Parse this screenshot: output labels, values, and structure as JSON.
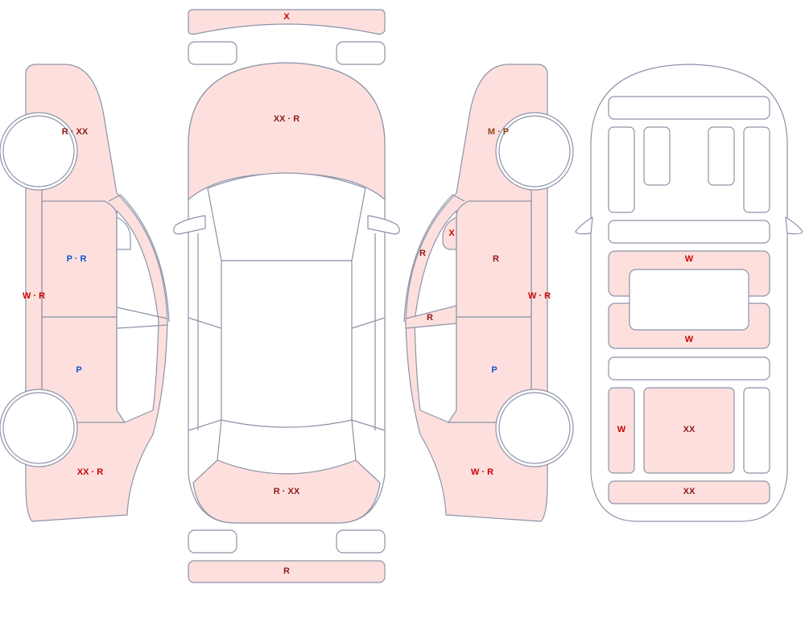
{
  "legend_colors": {
    "R": "#cc0000",
    "XX": "#8b1a1a",
    "X": "#cc0000",
    "W": "#cc0000",
    "P": "#1155cc",
    "M": "#8b4513"
  },
  "views": {
    "left": {
      "front_fender": [
        {
          "t": "R",
          "c": "#8b1a1a"
        },
        {
          "t": "XX",
          "c": "#8b1a1a"
        }
      ],
      "front_door": [
        {
          "t": "P",
          "c": "#1155cc"
        },
        {
          "t": "R",
          "c": "#1155cc"
        }
      ],
      "rocker": [
        {
          "t": "W",
          "c": "#cc0000"
        },
        {
          "t": "R",
          "c": "#cc0000"
        }
      ],
      "rear_door": [
        {
          "t": "P",
          "c": "#1155cc"
        }
      ],
      "rear_quarter": [
        {
          "t": "XX",
          "c": "#cc0000"
        },
        {
          "t": "R",
          "c": "#cc0000"
        }
      ]
    },
    "top": {
      "front_bumper": [
        {
          "t": "X",
          "c": "#cc0000"
        }
      ],
      "hood": [
        {
          "t": "XX",
          "c": "#8b1a1a"
        },
        {
          "t": "R",
          "c": "#8b1a1a"
        }
      ],
      "trunk": [
        {
          "t": "R",
          "c": "#8b1a1a"
        },
        {
          "t": "XX",
          "c": "#8b1a1a"
        }
      ],
      "rear_bumper": [
        {
          "t": "R",
          "c": "#8b1a1a"
        }
      ]
    },
    "right": {
      "front_fender": [
        {
          "t": "M",
          "c": "#8b4513"
        },
        {
          "t": "P",
          "c": "#8b4513"
        }
      ],
      "mirror": [
        {
          "t": "X",
          "c": "#cc0000"
        }
      ],
      "a_pillar": [
        {
          "t": "R",
          "c": "#8b1a1a"
        }
      ],
      "front_door": [
        {
          "t": "R",
          "c": "#8b1a1a"
        }
      ],
      "b_pillar": [
        {
          "t": "R",
          "c": "#8b1a1a"
        }
      ],
      "rocker": [
        {
          "t": "W",
          "c": "#cc0000"
        },
        {
          "t": "R",
          "c": "#cc0000"
        }
      ],
      "rear_door": [
        {
          "t": "P",
          "c": "#1155cc"
        }
      ],
      "rear_quarter": [
        {
          "t": "W",
          "c": "#cc0000"
        },
        {
          "t": "R",
          "c": "#cc0000"
        }
      ]
    },
    "underbody": {
      "front_crossmember": [
        {
          "t": "W",
          "c": "#cc0000"
        }
      ],
      "rear_crossmember": [
        {
          "t": "W",
          "c": "#cc0000"
        }
      ],
      "left_rail": [
        {
          "t": "W",
          "c": "#cc0000"
        }
      ],
      "center_floor": [
        {
          "t": "XX",
          "c": "#8b1a1a"
        }
      ],
      "rear_panel": [
        {
          "t": "XX",
          "c": "#8b1a1a"
        }
      ]
    }
  }
}
